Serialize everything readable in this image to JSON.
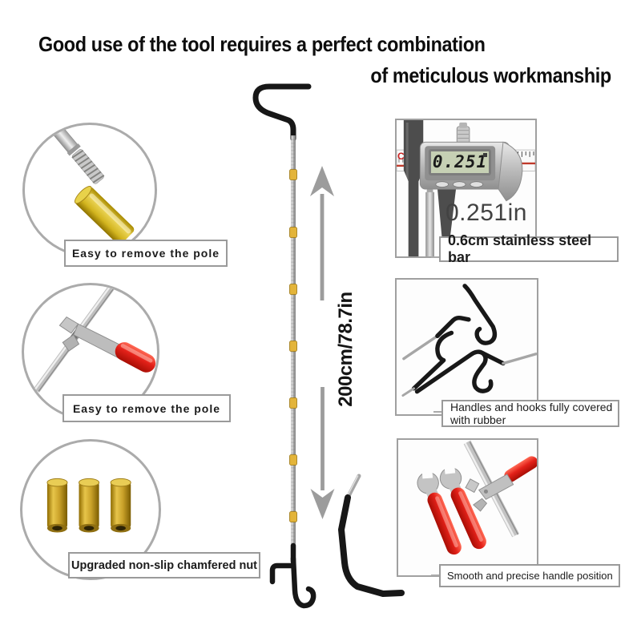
{
  "title": {
    "line1": "Good use of the tool requires a perfect combination",
    "line2": "of meticulous workmanship"
  },
  "center_pole": {
    "length_label": "200cm/78.7in"
  },
  "left_features": [
    {
      "caption": "Easy to remove the pole"
    },
    {
      "caption": "Easy to remove the pole"
    },
    {
      "caption": "Upgraded non-slip chamfered nut"
    }
  ],
  "right_features": [
    {
      "caption": "0.6cm stainless steel bar",
      "caliper_display": "0.251",
      "caliper_logo": "C",
      "measurement_label": "0.251in"
    },
    {
      "caption": "Handles and hooks fully covered with rubber"
    },
    {
      "caption": "Smooth and precise handle position"
    }
  ],
  "colors": {
    "accent_red": "#e02219",
    "brass_gold": "#c9a227",
    "pole_yellow": "#d9bd25",
    "arrow_gray": "#9c9c9c",
    "rod_silver": "#a9a9a9",
    "hook_black": "#171717"
  }
}
